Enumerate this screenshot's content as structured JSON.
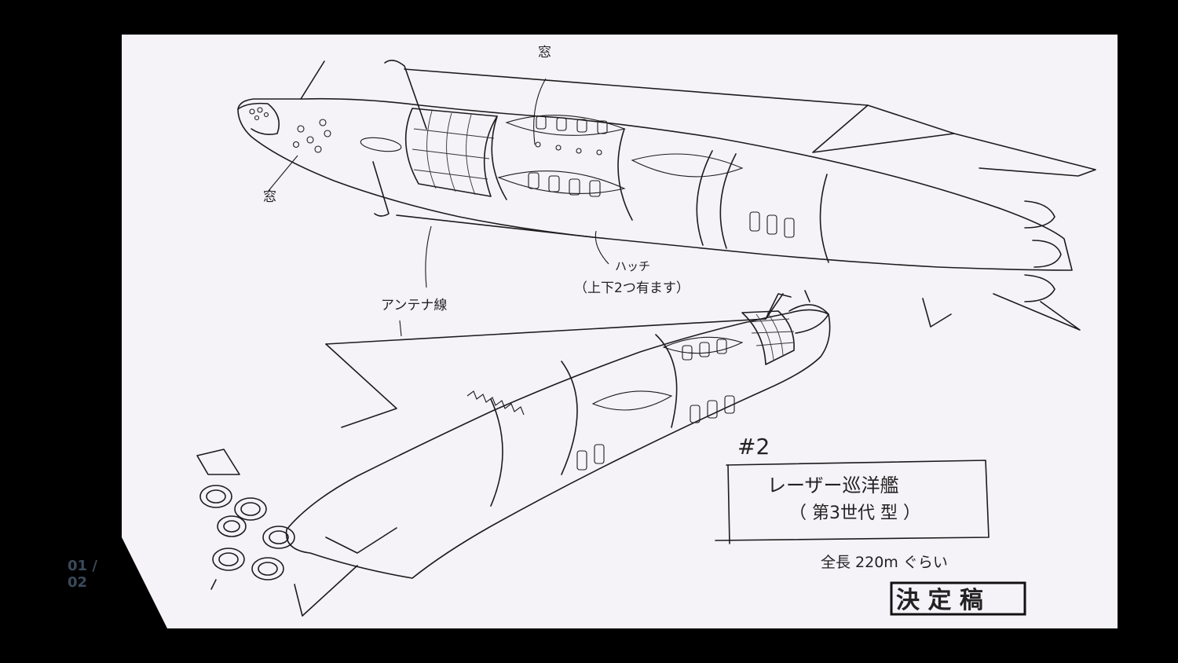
{
  "viewer": {
    "page_counter": "01 / 02",
    "background_color": "#000000",
    "sheet_color": "#f5f2f8"
  },
  "drawing": {
    "label_window_top": "窓",
    "label_window_left": "窓",
    "label_hatch": "ハッチ",
    "label_hatch_note": "（上下2つ有ます）",
    "label_antenna": "アンテナ線",
    "number": "#2",
    "title_line1": "レーザー巡洋艦",
    "title_line2": "（ 第3世代 型 ）",
    "length_note": "全長 220m ぐらい",
    "stamp": "決 定 稿"
  }
}
